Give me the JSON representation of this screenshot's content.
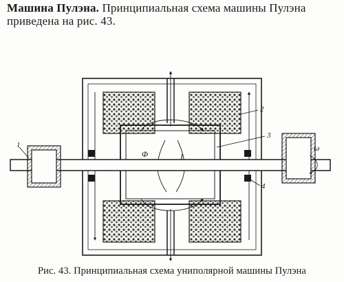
{
  "heading": {
    "lead": "Машина Пулэна.",
    "text": " Принципиальная схема машины Пулэна приведена на рис. 43."
  },
  "figure": {
    "labels": {
      "l1": "1",
      "l2": "2",
      "l3": "3",
      "l4": "4",
      "phi": "Φ",
      "current": "I",
      "omega": "ω"
    }
  },
  "caption": {
    "text": "Рис. 43. Принципиальная схема униполярной машины Пулэна"
  }
}
